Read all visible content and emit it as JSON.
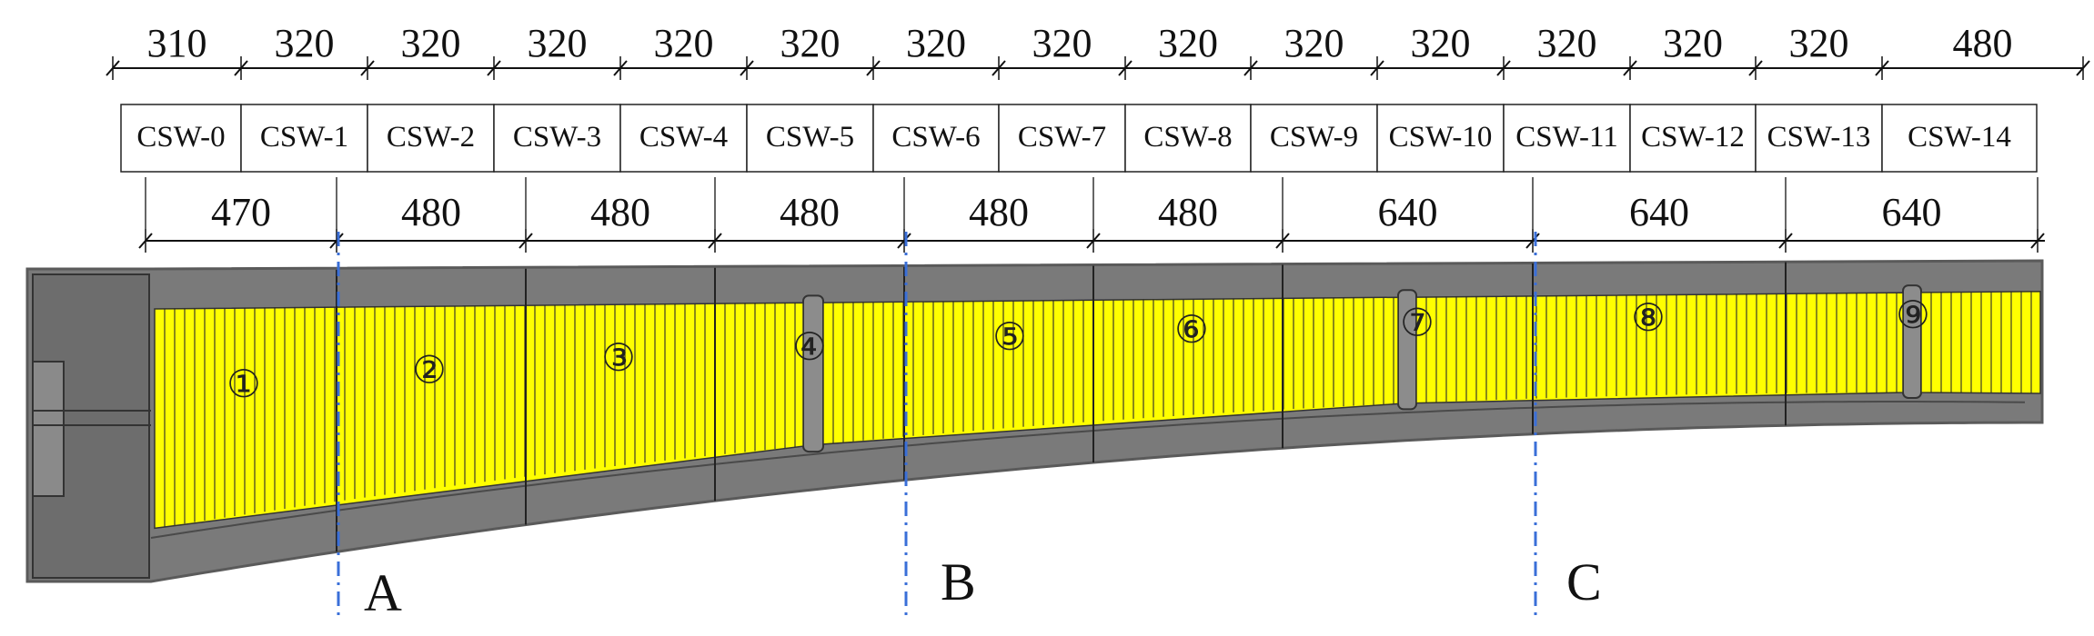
{
  "diagram": {
    "top_dimensions": [
      "310",
      "320",
      "320",
      "320",
      "320",
      "320",
      "320",
      "320",
      "320",
      "320",
      "320",
      "320",
      "320",
      "320",
      "480"
    ],
    "panel_labels": [
      "CSW-0",
      "CSW-1",
      "CSW-2",
      "CSW-3",
      "CSW-4",
      "CSW-5",
      "CSW-6",
      "CSW-7",
      "CSW-8",
      "CSW-9",
      "CSW-10",
      "CSW-11",
      "CSW-12",
      "CSW-13",
      "CSW-14"
    ],
    "segment_dimensions": [
      "470",
      "480",
      "480",
      "480",
      "480",
      "480",
      "640",
      "640",
      "640"
    ],
    "segment_numbers": [
      "①",
      "②",
      "③",
      "④",
      "⑤",
      "⑥",
      "⑦",
      "⑧",
      "⑨"
    ],
    "section_labels": [
      "A",
      "B",
      "C"
    ],
    "colors": {
      "web_fill": "#ffff00",
      "concrete": "#7a7a7a",
      "concrete_dark": "#5a5a5a",
      "section_line": "#3a6fd8",
      "ink": "#111111"
    }
  }
}
